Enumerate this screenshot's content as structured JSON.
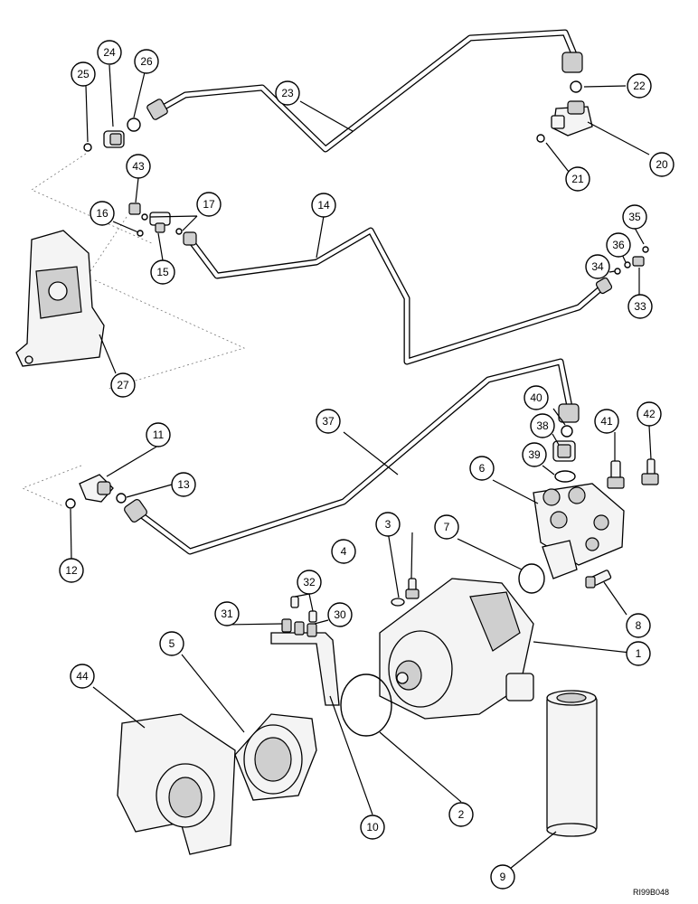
{
  "diagram": {
    "ref_code": "RI99B048",
    "callouts": [
      "1",
      "2",
      "3",
      "4",
      "5",
      "6",
      "7",
      "8",
      "9",
      "10",
      "11",
      "12",
      "13",
      "14",
      "15",
      "16",
      "17",
      "20",
      "21",
      "22",
      "23",
      "24",
      "25",
      "26",
      "27",
      "30",
      "31",
      "32",
      "33",
      "34",
      "35",
      "36",
      "37",
      "38",
      "39",
      "40",
      "41",
      "42",
      "43",
      "44"
    ]
  }
}
